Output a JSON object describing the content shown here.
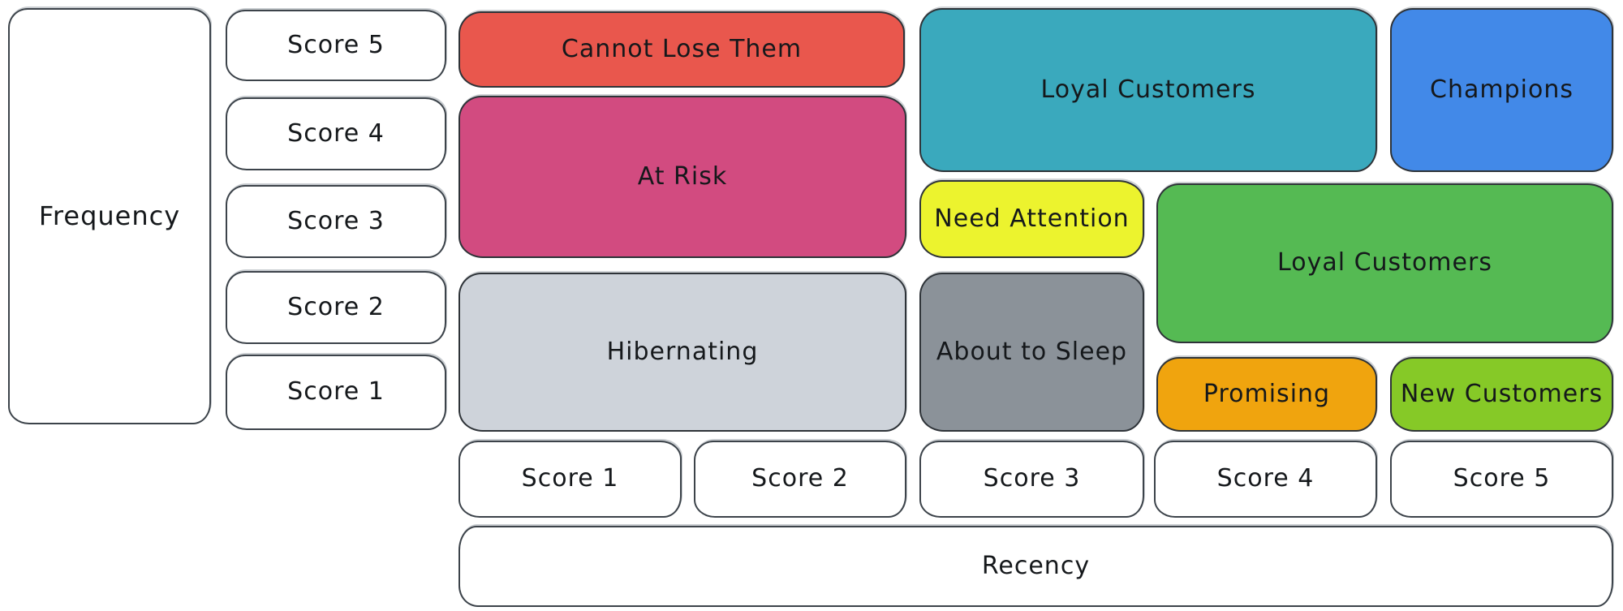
{
  "diagram": {
    "frequency_axis": {
      "label": "Frequency",
      "scores": [
        "Score 5",
        "Score 4",
        "Score 3",
        "Score 2",
        "Score 1"
      ]
    },
    "recency_axis": {
      "label": "Recency",
      "scores": [
        "Score 1",
        "Score 2",
        "Score 3",
        "Score 4",
        "Score 5"
      ]
    },
    "segments": [
      {
        "label": "Cannot Lose Them",
        "color": "#e9574d",
        "recency_cols": "1-2",
        "frequency_rows": "5"
      },
      {
        "label": "At Risk",
        "color": "#d24b80",
        "recency_cols": "1-2",
        "frequency_rows": "3-4"
      },
      {
        "label": "Hibernating",
        "color": "#ced3da",
        "recency_cols": "1-2",
        "frequency_rows": "1-2"
      },
      {
        "label": "Loyal Customers",
        "color": "#3aa9bd",
        "recency_cols": "3-4",
        "frequency_rows": "4-5"
      },
      {
        "label": "Champions",
        "color": "#4289e8",
        "recency_cols": "5",
        "frequency_rows": "4-5"
      },
      {
        "label": "Need Attention",
        "color": "#ecf32e",
        "recency_cols": "3",
        "frequency_rows": "3"
      },
      {
        "label": "Loyal Customers",
        "color": "#55ba53",
        "recency_cols": "4-5",
        "frequency_rows": "2-3"
      },
      {
        "label": "About to Sleep",
        "color": "#8b9299",
        "recency_cols": "3",
        "frequency_rows": "1-2"
      },
      {
        "label": "Promising",
        "color": "#f0a40e",
        "recency_cols": "4",
        "frequency_rows": "1"
      },
      {
        "label": "New Customers",
        "color": "#86c927",
        "recency_cols": "5",
        "frequency_rows": "1"
      }
    ],
    "colors": {
      "background": "#ffffff",
      "box_fill": "#ffffff",
      "outline": "#2e3338",
      "text": "#15181b"
    }
  }
}
